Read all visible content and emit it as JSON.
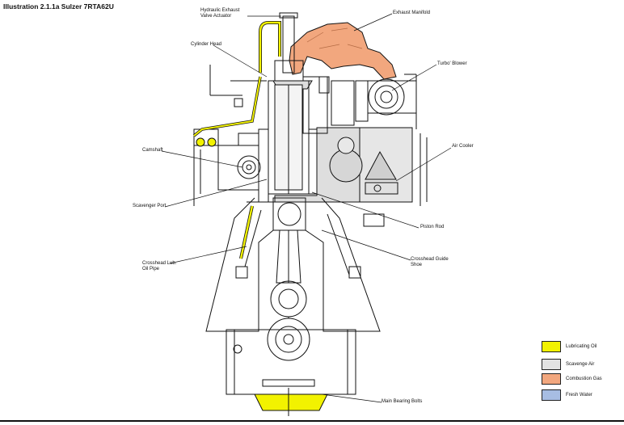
{
  "title": "Illustration 2.1.1a Sulzer 7RTA62U",
  "labels": {
    "hydraulic_valve_line1": "Hydraulic Exhaust",
    "hydraulic_valve_line2": "Valve Actuator",
    "cylinder_head": "Cylinder Head",
    "exhaust_manifold": "Exhaust Manifold",
    "turbo_blower": "Turbo' Blower",
    "camshaft": "Camshaft",
    "air_cooler": "Air Cooler",
    "scavenger_port": "Scavenger Port",
    "piston_rod": "Piston Rod",
    "crosshead_guide_line1": "Crosshead Guide",
    "crosshead_guide_line2": "Shoe",
    "crosshead_lub_line1": "Crosshead Lub.",
    "crosshead_lub_line2": "Oil Pipe",
    "main_bearing_bolts": "Main Bearing Bolts"
  },
  "legend": [
    {
      "label": "Lubricating Oil",
      "color": "#f2f200"
    },
    {
      "label": "Scavenge Air",
      "color": "#e3e3e3"
    },
    {
      "label": "Combustion Gas",
      "color": "#f2a77e"
    },
    {
      "label": "Fresh Water",
      "color": "#a7bde3"
    }
  ]
}
